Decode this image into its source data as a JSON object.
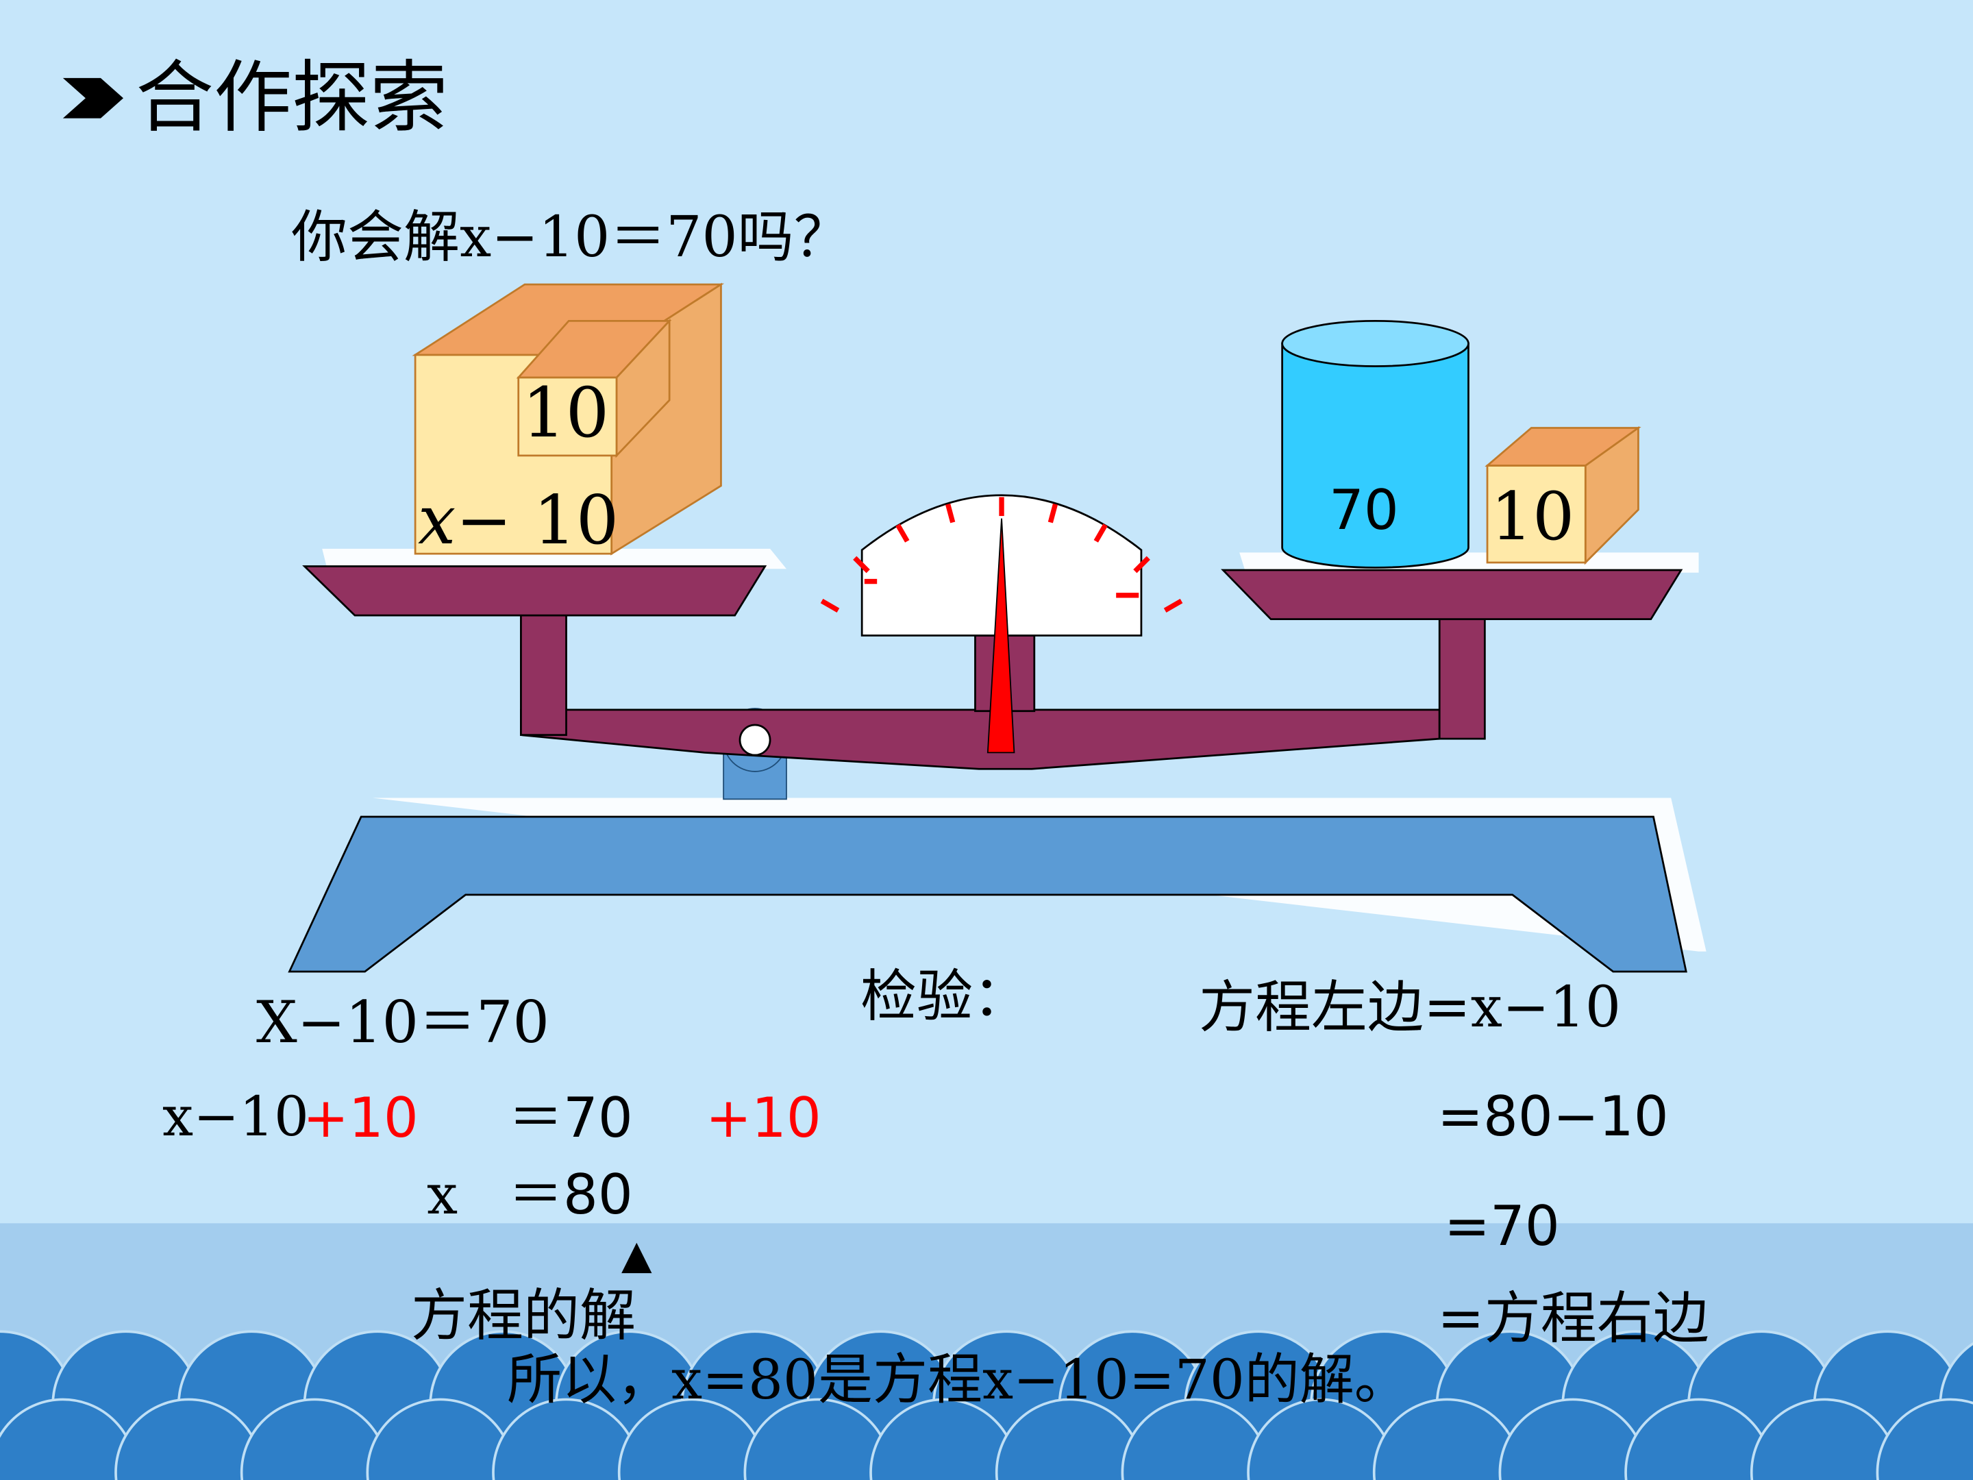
{
  "heading": {
    "marker": "chevron",
    "title": "合作探索"
  },
  "question": "你会解x−10＝70吗？",
  "left_block": {
    "top_label": "10",
    "bottom_label_var": "x",
    "bottom_label_rest": "− 10"
  },
  "right_items": {
    "cylinder_label": "70",
    "cube_label": "10"
  },
  "solution": {
    "line1": "X−10＝70",
    "line2_left": "x−10",
    "line2_plus_a": "+10",
    "line2_mid": "＝70",
    "line2_plus_b": "+10",
    "line3_var": "x",
    "line3_eq": "＝80",
    "arrow": "▲",
    "solution_label": "方程的解"
  },
  "check": {
    "label": "检验：",
    "line1": "方程左边=x−10",
    "line2": "=80−10",
    "line3": "=70",
    "line4": "=方程右边"
  },
  "conclusion": "所以，x=80是方程x−10=70的解。",
  "colors": {
    "background": "#c6e6fa",
    "water": "#a3cdee",
    "wave": "#2e7fc8",
    "pan": "#923260",
    "base": "#5b9bd5",
    "cylinder": "#33ccff",
    "needle": "#ff0000",
    "highlight_text": "#ff0000"
  }
}
